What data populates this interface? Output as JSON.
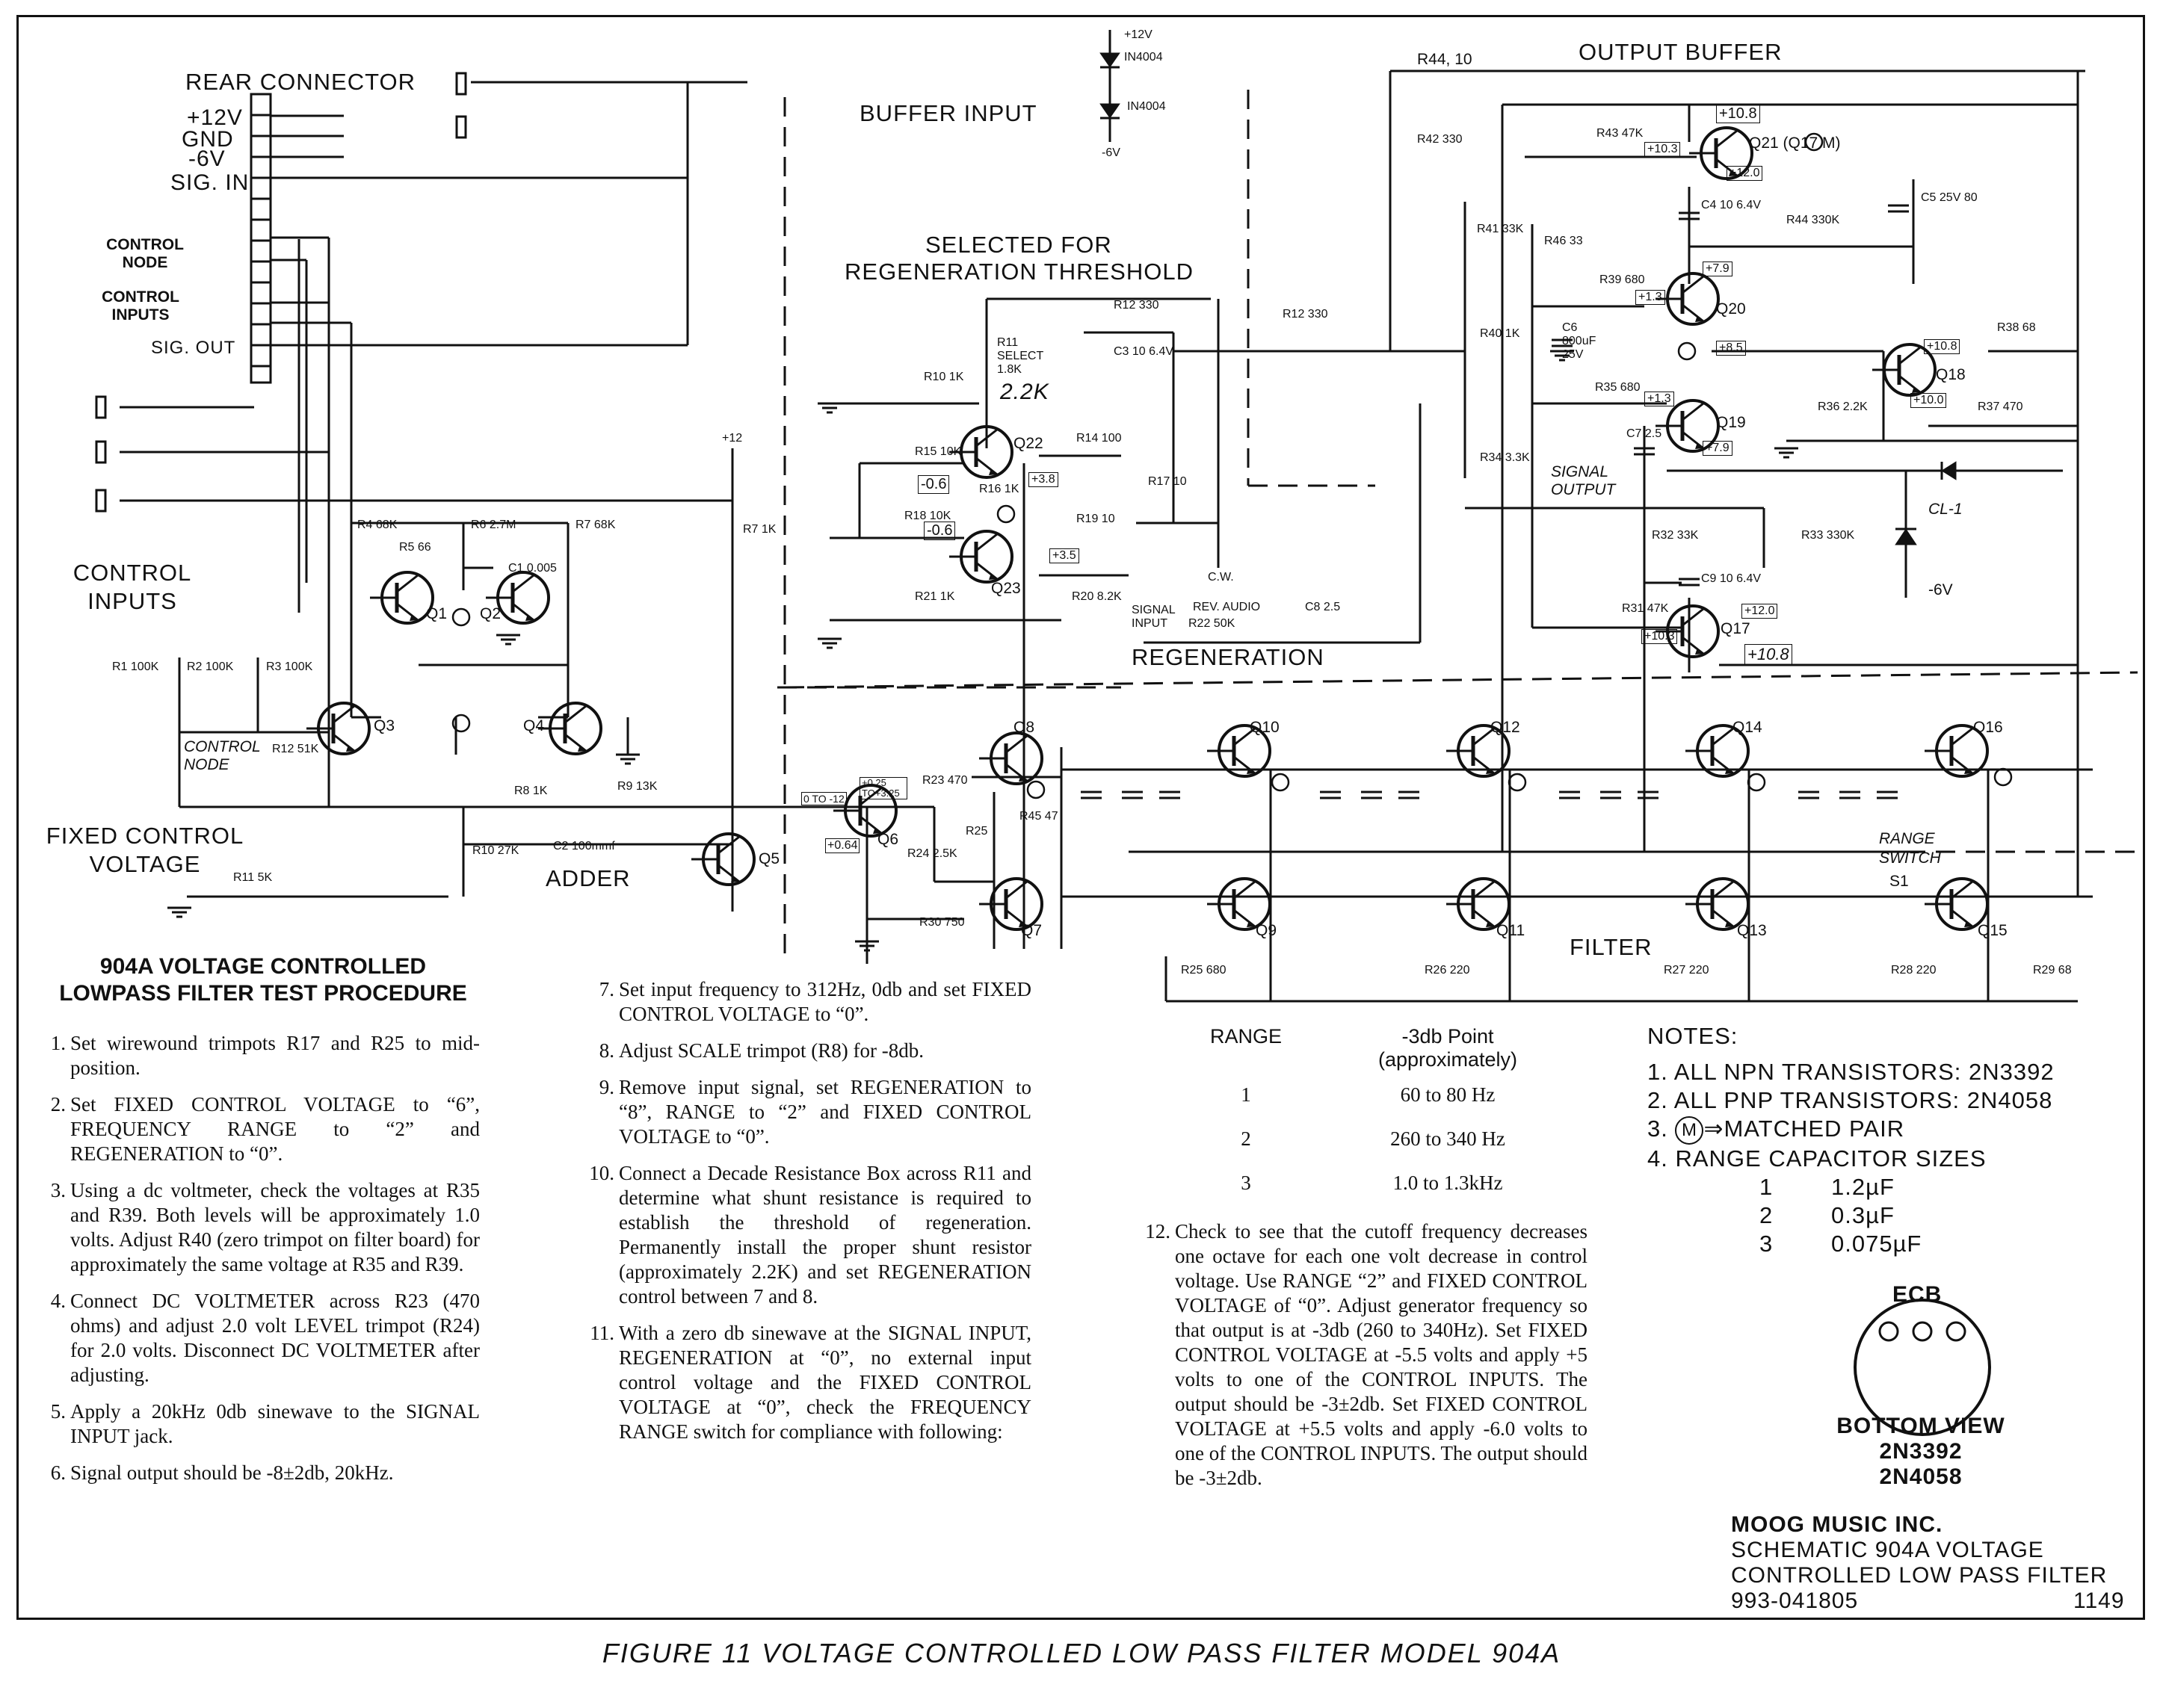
{
  "labels": {
    "rear_connector": "REAR CONNECTOR",
    "pin_12v": "+12V",
    "pin_gnd": "GND",
    "pin_m6v": "-6V",
    "pin_sigin": "SIG. IN",
    "control_node_left": "CONTROL NODE",
    "control_inputs_left": "CONTROL INPUTS",
    "sig_out": "SIG. OUT",
    "control_inputs_big": "CONTROL INPUTS",
    "fixed_control_voltage": "FIXED CONTROL VOLTAGE",
    "adder": "ADDER",
    "buffer_input": "BUFFER INPUT",
    "selected_for": "SELECTED FOR",
    "regen_threshold": "REGENERATION THRESHOLD",
    "output_buffer": "OUTPUT BUFFER",
    "regeneration": "REGENERATION",
    "filter": "FILTER",
    "range_switch": "RANGE SWITCH",
    "control_node_mid": "CONTROL NODE",
    "signal_output": "SIGNAL OUTPUT",
    "signal_input": "SIGNAL INPUT",
    "rev_audio": "REV. AUDIO",
    "cw": "C.W."
  },
  "components": {
    "R4": "R4 68K",
    "R5": "R5 66",
    "R6": "R6 2.7M",
    "R7": "R7 68K",
    "C1": "C1 0.005",
    "R1": "R1 100K",
    "R2": "R2 100K",
    "R3": "R3 100K",
    "R12": "R12 51K",
    "R8": "R8 1K",
    "R9": "R9 13K",
    "R10": "R10 27K",
    "C2": "C2 100mmf",
    "R11": "R11 5K",
    "R7b": "R7 1K",
    "R10b": "R10 1K",
    "R15": "R15 10K",
    "R16": "R16 1K",
    "R18": "R18 10K",
    "R21": "R21 1K",
    "R11sel": "R11 SELECT 1.8K",
    "R11val": "2.2K",
    "R12b": "R12 330",
    "C3": "C3 10 6.4V",
    "R14": "R14 100",
    "R17": "R17 10",
    "R19": "R19 10",
    "R20": "R20 8.2K",
    "R22": "R22 50K",
    "C8": "C8 2.5",
    "R12c": "R12 330",
    "R42": "R42 330",
    "R44": "R44, 10",
    "R43": "R43 47K",
    "R41": "R41 33K",
    "R40": "R40 1K",
    "R34": "R34 3.3K",
    "R46": "R46 33",
    "C6": "C6 800uF 25V",
    "R39": "R39 680",
    "R35": "R35 680",
    "C4": "C4 10 6.4V",
    "R44b": "R44 330K",
    "C5": "C5 25V 80",
    "C7": "C7 2.5",
    "R36": "R36 2.2K",
    "R37": "R37 470",
    "R38": "R38 68",
    "R32": "R32 33K",
    "R33": "R33 330K",
    "C9": "C9 10 6.4V",
    "R31": "R31 47K",
    "CL1": "CL-1",
    "m6V": "-6V",
    "R23": "R23 470",
    "R24": "R24 2.5K",
    "R25": "R25",
    "R45": "R45 47",
    "R30": "R30 750",
    "R25b": "R25 680",
    "R26": "R26 220",
    "R27": "R27 220",
    "R28": "R28 220",
    "R29": "R29 68",
    "D1": "IN4004",
    "D2": "IN4004",
    "p12V": "+12V",
    "m6v_top": "-6V",
    "p12": "+12",
    "S1": "S1"
  },
  "transistors": [
    "Q1",
    "Q2",
    "Q3",
    "Q4",
    "Q5",
    "Q6",
    "Q7",
    "Q8",
    "Q9",
    "Q10",
    "Q11",
    "Q12",
    "Q13",
    "Q14",
    "Q15",
    "Q16",
    "Q17",
    "Q18",
    "Q19",
    "Q20",
    "Q21 (Q17 M)",
    "Q22",
    "Q23"
  ],
  "voltages": {
    "v_0_6": "-0.6",
    "v_0_6b": "-0.6",
    "v_3_8": "+3.8",
    "v_3_5": "+3.5",
    "v_0_25": "+0.25 TO+3.25",
    "v_0_12": "0 TO -12",
    "v_0_64": "+0.64",
    "v_10_8a": "+10.8",
    "v_10_3": "+10.3",
    "v_12_0": "+12.0",
    "v_7_9": "+7.9",
    "v_1_3": "+1.3",
    "v_8_5": "+8.5",
    "v_10_8b": "+10.8",
    "v_10_0": "+10.0",
    "v_1_3b": "+1.3",
    "v_7_9b": "+7.9",
    "v_12_0b": "+12.0",
    "v_10_3b": "+10.3",
    "v_10_8c": "+10.8"
  },
  "procedure": {
    "title_line1": "904A VOLTAGE CONTROLLED",
    "title_line2": "LOWPASS FILTER TEST PROCEDURE",
    "steps": [
      {
        "n": "1.",
        "t": "Set wirewound trimpots R17 and R25 to mid-position."
      },
      {
        "n": "2.",
        "t": "Set FIXED CONTROL VOLTAGE to “6”, FREQUENCY RANGE to “2” and REGENERATION to “0”."
      },
      {
        "n": "3.",
        "t": "Using a dc voltmeter, check the voltages at R35 and R39. Both levels will be approximately 1.0 volts. Adjust R40 (zero trimpot on filter board) for approximately the same voltage at R35 and R39."
      },
      {
        "n": "4.",
        "t": "Connect DC VOLTMETER across R23 (470 ohms) and adjust 2.0 volt LEVEL trimpot (R24) for 2.0 volts. Disconnect DC VOLTMETER after adjusting."
      },
      {
        "n": "5.",
        "t": "Apply a 20kHz 0db sinewave to the SIGNAL INPUT jack."
      },
      {
        "n": "6.",
        "t": "Signal output should be -8±2db, 20kHz."
      },
      {
        "n": "7.",
        "t": "Set input frequency to 312Hz, 0db and set FIXED CONTROL VOLTAGE to “0”."
      },
      {
        "n": "8.",
        "t": "Adjust SCALE trimpot (R8) for -8db."
      },
      {
        "n": "9.",
        "t": "Remove input signal, set REGENERATION to “8”, RANGE to “2” and FIXED CONTROL VOLTAGE to “0”."
      },
      {
        "n": "10.",
        "t": "Connect a Decade Resistance Box across R11 and determine what shunt resistance is required to establish the threshold of regeneration. Permanently install the proper shunt resistor (approximately 2.2K) and set REGENERATION control between 7 and 8."
      },
      {
        "n": "11.",
        "t": "With a zero db sinewave at the SIGNAL INPUT, REGENERATION at “0”, no external input control voltage and the FIXED CONTROL VOLTAGE at “0”, check the FREQUENCY RANGE switch for compliance with following:"
      },
      {
        "n": "12.",
        "t": "Check to see that the cutoff frequency decreases one octave for each one volt decrease in control voltage. Use RANGE “2” and FIXED CONTROL VOLTAGE of “0”. Adjust generator frequency so that output is at -3db (260 to 340Hz). Set FIXED CONTROL VOLTAGE at -5.5 volts and apply +5 volts to one of the CONTROL INPUTS. The output should be -3±2db. Set FIXED CONTROL VOLTAGE at +5.5 volts and apply -6.0 volts to one of the CONTROL INPUTS. The output should be -3±2db."
      }
    ]
  },
  "range_table": {
    "h1": "RANGE",
    "h2": "-3db Point (approximately)",
    "rows": [
      [
        "1",
        "60 to 80 Hz"
      ],
      [
        "2",
        "260 to 340 Hz"
      ],
      [
        "3",
        "1.0 to 1.3kHz"
      ]
    ]
  },
  "notes": {
    "title": "NOTES:",
    "n1": "1. ALL NPN TRANSISTORS: 2N3392",
    "n2": "2. ALL PNP TRANSISTORS: 2N4058",
    "n3_prefix": "3.",
    "n3_m": "M",
    "n3": "⇒MATCHED PAIR",
    "n4": "4. RANGE CAPACITOR SIZES",
    "caps": [
      [
        "1",
        "1.2µF"
      ],
      [
        "2",
        "0.3µF"
      ],
      [
        "3",
        "0.075µF"
      ]
    ]
  },
  "ecb": {
    "label": "ECB",
    "bottom_view": "BOTTOM VIEW",
    "p1": "2N3392",
    "p2": "2N4058"
  },
  "title_block": {
    "company": "MOOG MUSIC INC.",
    "line1": "SCHEMATIC 904A VOLTAGE",
    "line2": "CONTROLLED LOW PASS FILTER",
    "doc": "993-041805",
    "sheet": "1149"
  },
  "caption": "FIGURE 11 VOLTAGE CONTROLLED LOW PASS FILTER MODEL 904A"
}
